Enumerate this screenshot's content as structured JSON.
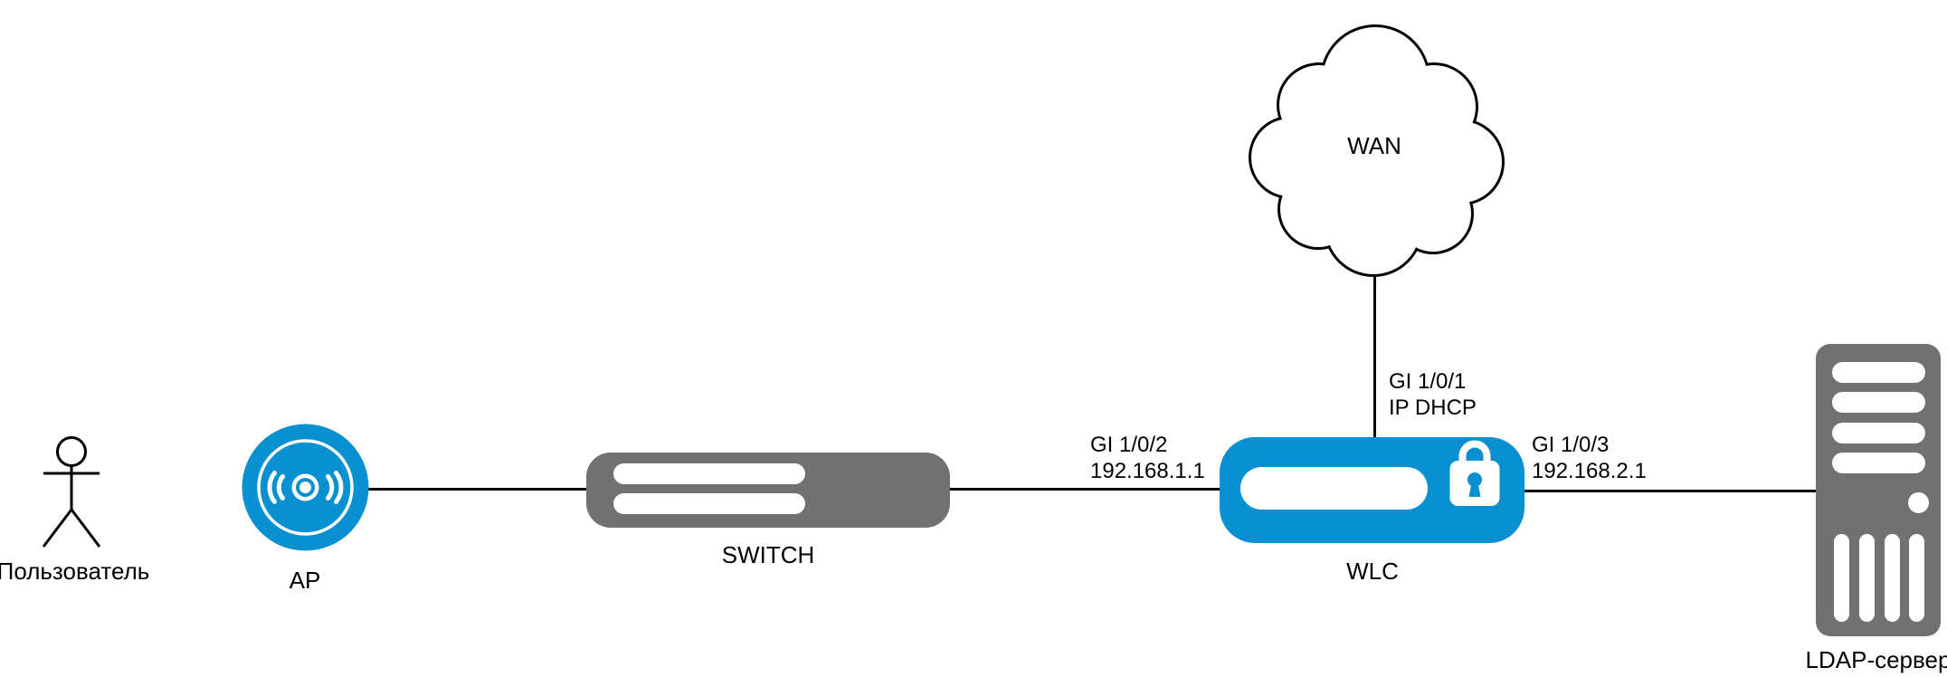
{
  "diagram": {
    "type": "network-topology",
    "background": "#ffffff",
    "colors": {
      "device_blue": "#0890d0",
      "device_gray": "#717171",
      "line_black": "#000000",
      "detail_white": "#ffffff"
    },
    "nodes": {
      "user": {
        "label": "Пользователь",
        "icon": "person-icon"
      },
      "ap": {
        "label": "AP",
        "icon": "access-point-icon"
      },
      "switch": {
        "label": "SWITCH",
        "icon": "switch-icon"
      },
      "wan": {
        "label": "WAN",
        "icon": "cloud-icon"
      },
      "wlc": {
        "label": "WLC",
        "icon": "wlc-lock-icon"
      },
      "ldap": {
        "label": "LDAP-сервер",
        "icon": "server-tower-icon"
      }
    },
    "interfaces": {
      "gi101": {
        "port": "GI 1/0/1",
        "address": "IP DHCP"
      },
      "gi102": {
        "port": "GI 1/0/2",
        "address": "192.168.1.1"
      },
      "gi103": {
        "port": "GI 1/0/3",
        "address": "192.168.2.1"
      }
    },
    "links": [
      {
        "from": "ap",
        "to": "switch"
      },
      {
        "from": "switch",
        "to": "wlc"
      },
      {
        "from": "wan",
        "to": "wlc"
      },
      {
        "from": "wlc",
        "to": "ldap"
      }
    ]
  }
}
